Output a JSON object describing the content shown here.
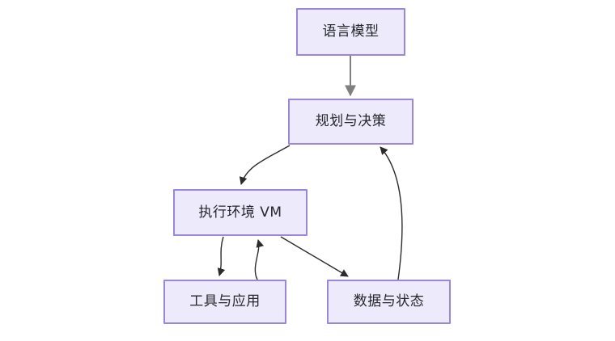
{
  "diagram": {
    "title": "",
    "background_color": "#ffffff",
    "node_fill_color": "#ECEAFB",
    "node_border_color": "#9A87D8",
    "node_text_color": "#26272b",
    "edge_color_primary": "#808080",
    "edge_color_secondary": "#333333",
    "nodes": [
      {
        "id": "llm",
        "label": "语言模型"
      },
      {
        "id": "planning",
        "label": "规划与决策"
      },
      {
        "id": "vm",
        "label": "执行环境 VM"
      },
      {
        "id": "tools",
        "label": "工具与应用"
      },
      {
        "id": "data",
        "label": "数据与状态"
      }
    ],
    "edges": [
      {
        "id": "llm-to-planning",
        "from": "语言模型",
        "to": "规划与决策",
        "label": "",
        "style": "straight",
        "color": "#808080"
      },
      {
        "id": "planning-to-vm",
        "from": "规划与决策",
        "to": "执行环境 VM",
        "label": "",
        "style": "curved",
        "color": "#333333"
      },
      {
        "id": "vm-to-tools",
        "from": "执行环境 VM",
        "to": "工具与应用",
        "label": "",
        "style": "curved",
        "color": "#333333"
      },
      {
        "id": "tools-to-vm",
        "from": "工具与应用",
        "to": "执行环境 VM",
        "label": "",
        "style": "curved",
        "color": "#333333"
      },
      {
        "id": "vm-to-data",
        "from": "执行环境 VM",
        "to": "数据与状态",
        "label": "",
        "style": "straight",
        "color": "#333333"
      },
      {
        "id": "data-to-planning",
        "from": "数据与状态",
        "to": "规划与决策",
        "label": "",
        "style": "curved",
        "color": "#333333"
      }
    ]
  }
}
